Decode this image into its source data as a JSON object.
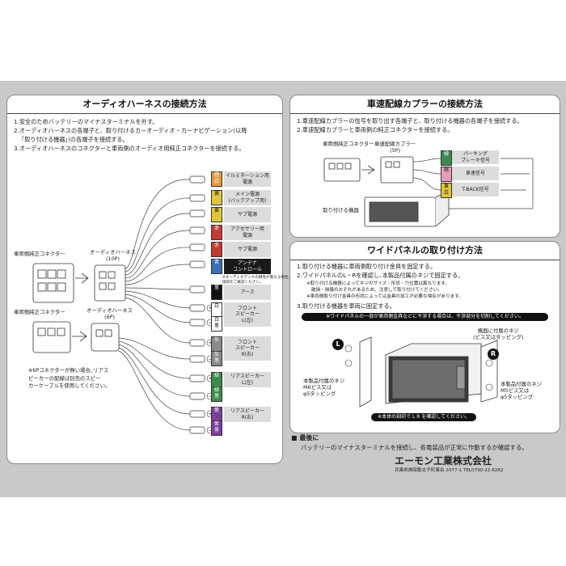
{
  "audio_section": {
    "title": "オーディオハーネスの接続方法",
    "steps": [
      "1.安全のためバッテリーのマイナスターミナルを外す。",
      "2.オーディオハーネスの各端子と、取り付けるカーオーディオ・カーナビゲーション(以降",
      "「取り付ける機器」)の各端子を接続する。",
      "3.オーディオハーネスのコネクターと車両側のオーディオ用純正コネクターを接続する。"
    ],
    "vehicle_connector_label_top": "車両側純正コネクター",
    "harness_label_top": "オーディオハーネス\n(10P)",
    "vehicle_connector_label_bottom": "車両側純正コネクター",
    "harness_label_bottom": "オーディオハーネス\n(6P)",
    "note_6p": "※6Pコネクターが無い場合､リアス\nピーカーの配線は別売のスピー\nカーケーブルを使用してください。",
    "antenna_note": "※オーディオデッキの極性が異なる場合、\n接続をご確認ください。",
    "wires": [
      {
        "color_label": "橙\n白",
        "chip_color": "#e59a3c",
        "name": "イルミネーション用\n電源",
        "highlight": false
      },
      {
        "color_label": "黄",
        "chip_color": "#e2c63a",
        "name": "メイン電源\n(バックアップ用)",
        "highlight": false
      },
      {
        "color_label": "黄",
        "chip_color": "#e2c63a",
        "name": "サブ電源",
        "highlight": false
      },
      {
        "color_label": "赤",
        "chip_color": "#c63a2d",
        "name": "アクセサリー用\n電源",
        "highlight": false
      },
      {
        "color_label": "赤",
        "chip_color": "#c63a2d",
        "name": "サブ電源",
        "highlight": false
      },
      {
        "color_label": "青",
        "chip_color": "#3b6fb8",
        "name": "アンテナ\nコントロール",
        "highlight": true
      },
      {
        "color_label": "黒",
        "chip_color": "#111111",
        "name": "アース",
        "highlight": false
      },
      {
        "color_label": "白",
        "chip_color": "#ffffff",
        "name": "フロント\nスピーカー\nL(左)",
        "highlight": false
      },
      {
        "color_label": "白\n黒",
        "chip_color": "#ffffff",
        "name": "",
        "highlight": false
      },
      {
        "color_label": "灰",
        "chip_color": "#8a8a8a",
        "name": "フロント\nスピーカー\nR(右)",
        "highlight": false
      },
      {
        "color_label": "灰\n黒",
        "chip_color": "#8a8a8a",
        "name": "",
        "highlight": false
      },
      {
        "color_label": "緑",
        "chip_color": "#3a8c4a",
        "name": "リアスピーカー\nL(左)",
        "highlight": false
      },
      {
        "color_label": "緑\n黒",
        "chip_color": "#3a8c4a",
        "name": "",
        "highlight": false
      },
      {
        "color_label": "紫",
        "chip_color": "#7b3d9e",
        "name": "リアスピーカー\nR(右)",
        "highlight": false
      },
      {
        "color_label": "紫\n黒",
        "chip_color": "#7b3d9e",
        "name": "",
        "highlight": false
      }
    ],
    "polarity": [
      "+",
      "−"
    ]
  },
  "speed_section": {
    "title": "車速配線カプラーの接続方法",
    "steps": [
      "1.車速配線カプラーの信号を取り出す各端子と、取り付ける機器の各端子を接続する。",
      "2.車速配線カプラーと車両側の純正コネクターを接続する。"
    ],
    "vehicle_connector_label": "車両側純正コネクター",
    "coupler_label": "車速配線カプラー\n(5P)",
    "device_label": "取り付ける機器",
    "wires": [
      {
        "color_label": "緑",
        "chip_color": "#3a8c4a",
        "name": "パーキング\nブレーキ信号"
      },
      {
        "color_label": "桃",
        "chip_color": "#e79bb6",
        "name": "車速信号"
      },
      {
        "color_label": "黄\n白",
        "chip_color": "#e2c63a",
        "name": "T-BACK信号"
      }
    ]
  },
  "wide_section": {
    "title": "ワイドパネルの取り付け方法",
    "steps": [
      "1.取り付ける機器に車両側取り付け金具を固定する。",
      "2.ワイドパネルのL・Rを確認し､本製品付属のネジで固定する。",
      "※取り付ける機器によってネジのサイズ・形状・穴位置は異なります。",
      "破損・損傷のおそれがあるため、注意して取り付けてください。",
      "※車両側取り付け金具の形状によっては金具の加工が必要な場合があります。",
      "3.取り付ける機器を車両に固定する。"
    ],
    "warning_bar": "※ワイドパネルの一部が車両側金具などに干渉する場合は、干渉部分を切削してください。",
    "side_left": "L",
    "side_right": "R",
    "screw_note_top": "機器に付属のネジ\n(ビス又はタッピング)",
    "screw_note_left": "本製品付属のネジ\nM6ビス又は\nφ5タッピング",
    "screw_note_right": "本製品付属のネジ\nM5ビス又は\nφ5タッピング",
    "bottom_bar": "※本体の刻印で L R を確認してください。"
  },
  "final_section": {
    "title": "■ 最後に",
    "text": "バッテリーのマイナスターミナルを接続し、各電装品が正常に作動するか確認する。",
    "company": "エーモン工業株式会社",
    "address": "兵庫県揖保郡太子町東出 2077-1  TEL0790-22-6262"
  },
  "colors": {
    "background": "#c9c9c9",
    "panel": "#ffffff",
    "dark_label": "#1a1a1a",
    "wire_box": "#dcdcdc"
  }
}
